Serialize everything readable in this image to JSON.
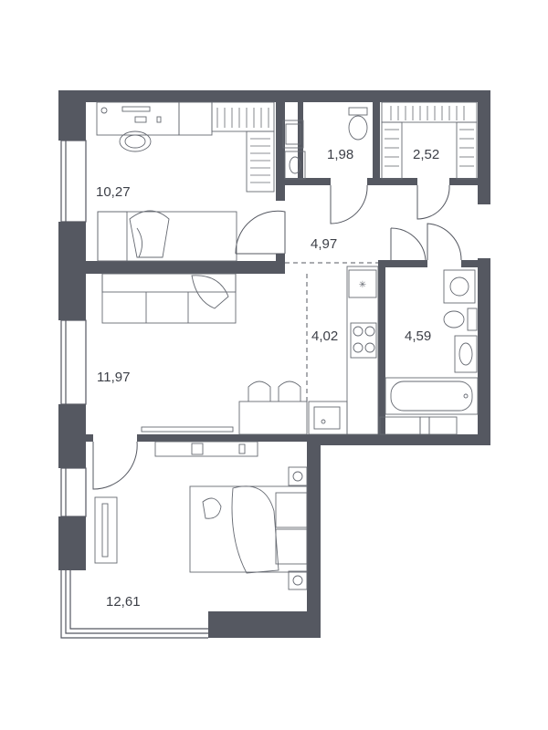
{
  "rooms": [
    {
      "id": "bedroom-1",
      "area": "10,27"
    },
    {
      "id": "bathroom-small",
      "area": "1,98"
    },
    {
      "id": "wardrobe",
      "area": "2,52"
    },
    {
      "id": "hallway",
      "area": "4,97"
    },
    {
      "id": "living-room",
      "area": "11,97"
    },
    {
      "id": "kitchen",
      "area": "4,02"
    },
    {
      "id": "bathroom-large",
      "area": "4,59"
    },
    {
      "id": "bedroom-2",
      "area": "12,61"
    }
  ],
  "colors": {
    "wall": "#555861",
    "line": "#666a72",
    "background": "#ffffff"
  }
}
